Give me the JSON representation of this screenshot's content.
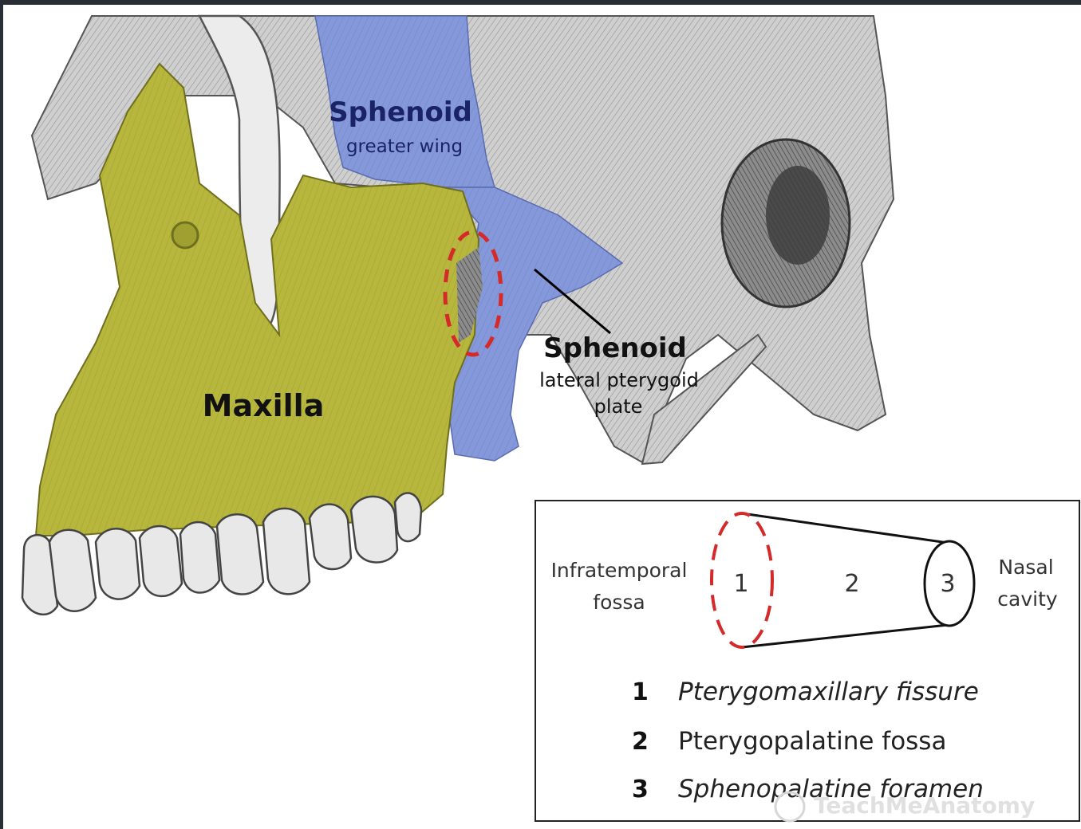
{
  "labels": {
    "sphenoid_top": "Sphenoid",
    "greater_wing": "greater wing",
    "maxilla": "Maxilla",
    "sphenoid_mid": "Sphenoid",
    "lateral_pterygoid": "lateral pterygoid",
    "plate": "plate"
  },
  "inset": {
    "left_label_line1": "Infratemporal",
    "left_label_line2": "fossa",
    "right_label_line1": "Nasal",
    "right_label_line2": "cavity",
    "zone1": "1",
    "zone2": "2",
    "zone3": "3",
    "legend": [
      {
        "num": "1",
        "text": "Pterygomaxillary fissure",
        "italic": true
      },
      {
        "num": "2",
        "text": "Pterygopalatine fossa",
        "italic": false
      },
      {
        "num": "3",
        "text": "Sphenopalatine foramen",
        "italic": true
      }
    ]
  },
  "watermark": "TeachMeAnatomy",
  "colors": {
    "maxilla": "#b5b53c",
    "sphenoid": "#7f92d6",
    "bone": "#c9c9c9",
    "fissure_outline": "#d42a2a",
    "frame": "#2a2f36"
  }
}
